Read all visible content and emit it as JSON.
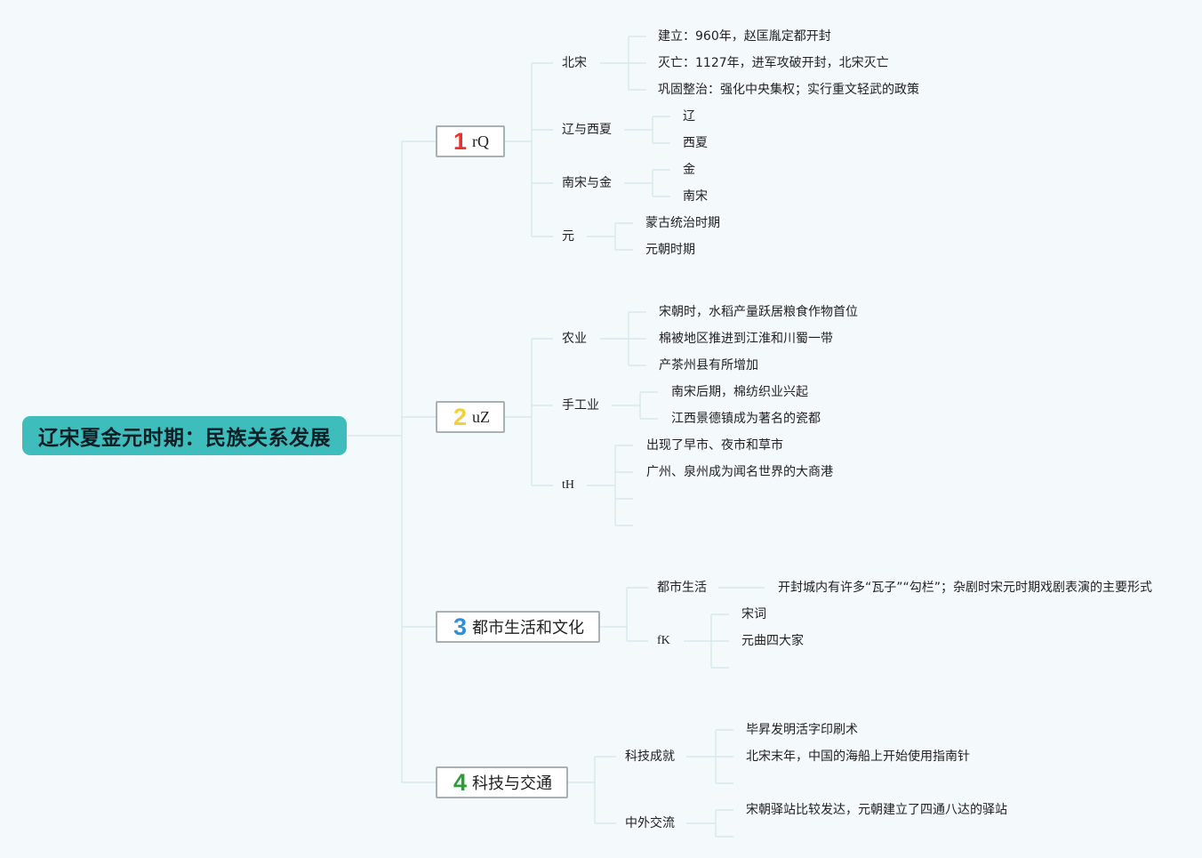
{
  "root": {
    "title": "辽宋夏金元时期：民族关系发展"
  },
  "branches": [
    {
      "number": "1",
      "label": "rQ",
      "color": "#e8332b",
      "children": [
        {
          "label": "北宋",
          "items": [
            "建立：960年，赵匡胤定都开封",
            "灭亡：1127年，进军攻破开封，北宋灭亡",
            "巩固整治：强化中央集权；实行重文轻武的政策"
          ]
        },
        {
          "label": "辽与西夏",
          "items": [
            "辽",
            "西夏"
          ]
        },
        {
          "label": "南宋与金",
          "items": [
            "金",
            "南宋"
          ]
        },
        {
          "label": "元",
          "items": [
            "蒙古统治时期",
            "元朝时期"
          ]
        }
      ]
    },
    {
      "number": "2",
      "label": "uZ",
      "color": "#f4cf3a",
      "children": [
        {
          "label": "农业",
          "items": [
            "宋朝时，水稻产量跃居粮食作物首位",
            "棉被地区推进到江淮和川蜀一带",
            "产茶州县有所增加"
          ]
        },
        {
          "label": "手工业",
          "items": [
            "南宋后期，棉纺织业兴起",
            "江西景德镇成为著名的瓷都"
          ]
        },
        {
          "label": "tH",
          "items": [
            "出现了早市、夜市和草市",
            "广州、泉州成为闻名世界的大商港"
          ]
        }
      ]
    },
    {
      "number": "3",
      "label": "都市生活和文化",
      "color": "#2f8fd8",
      "children": [
        {
          "label": "都市生活",
          "items": [
            "开封城内有许多“瓦子”“勾栏”；杂剧时宋元时期戏剧表演的主要形式"
          ]
        },
        {
          "label": "fK",
          "items": [
            "宋词",
            "元曲四大家"
          ]
        }
      ]
    },
    {
      "number": "4",
      "label": "科技与交通",
      "color": "#2e9b3a",
      "children": [
        {
          "label": "科技成就",
          "items": [
            "毕昇发明活字印刷术",
            "北宋末年，中国的海船上开始使用指南针"
          ]
        },
        {
          "label": "中外交流",
          "items": [
            "宋朝驿站比较发达，元朝建立了四通八达的驿站"
          ]
        }
      ]
    }
  ]
}
